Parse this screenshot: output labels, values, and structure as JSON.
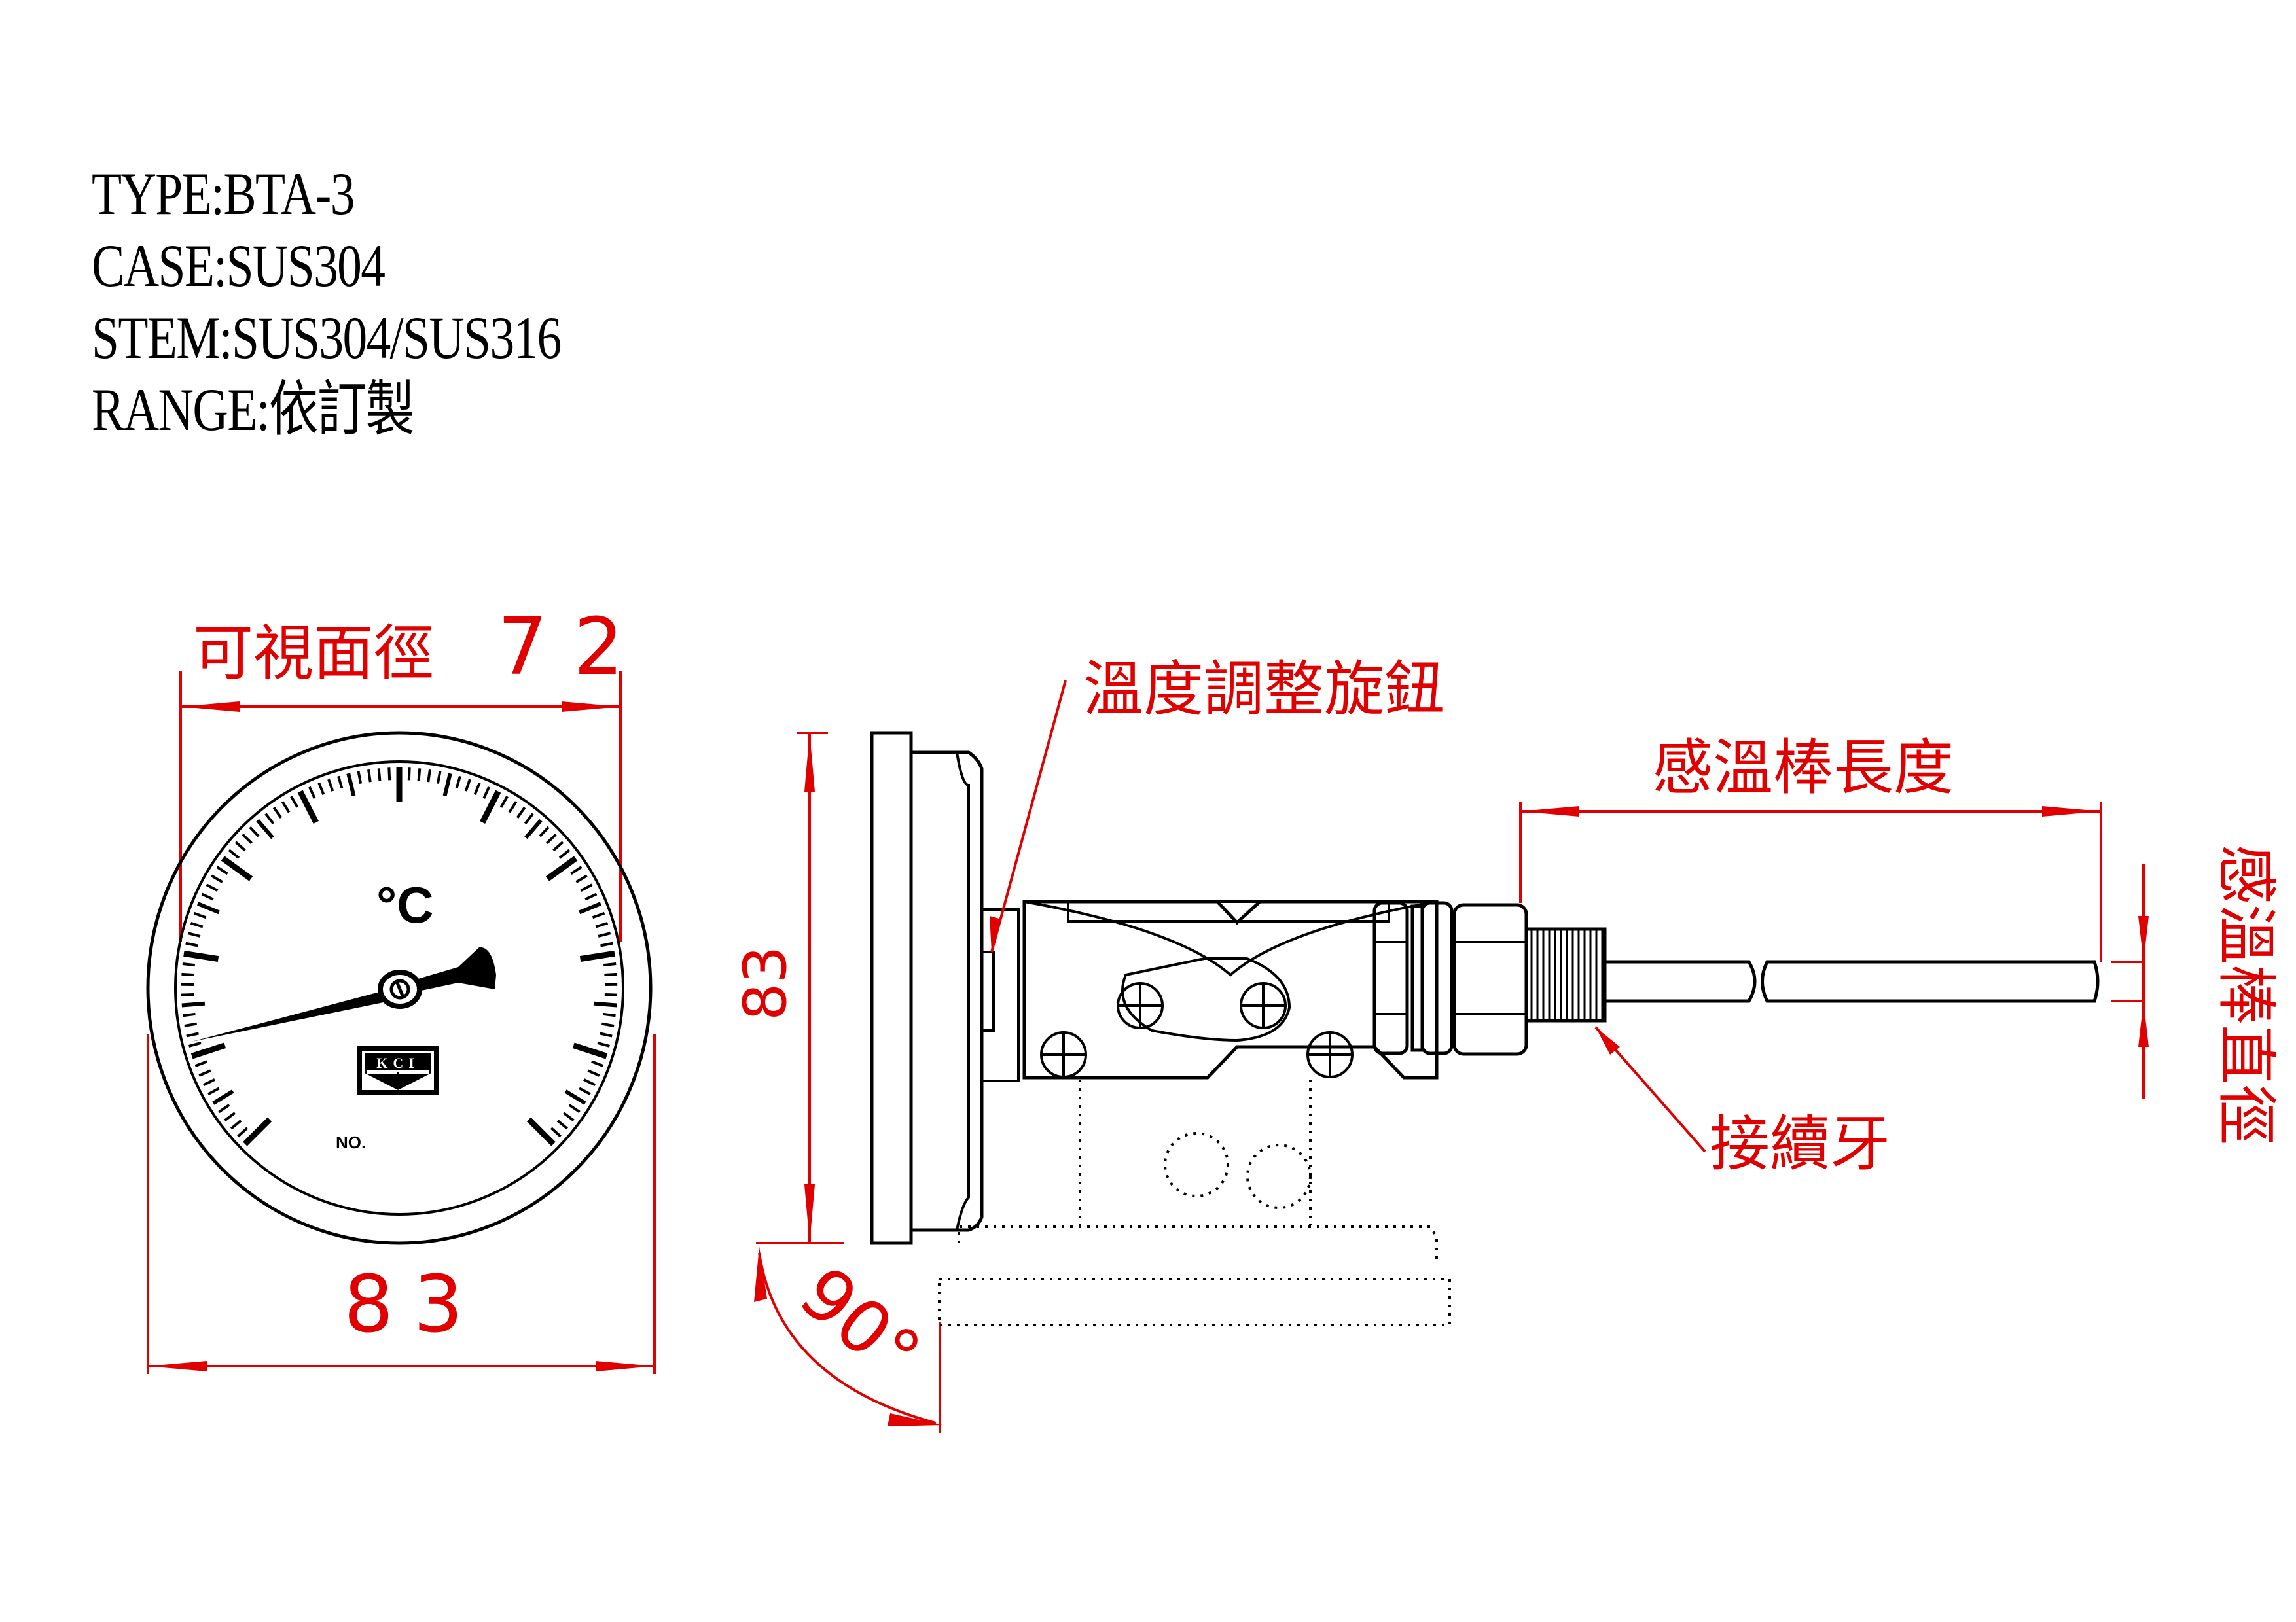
{
  "specs": {
    "type": "TYPE:BTA-3",
    "case": "CASE:SUS304",
    "stem": "STEM:SUS304/SUS316",
    "range": "RANGE:依訂製"
  },
  "front_view": {
    "visible_diameter_label": "可視面徑",
    "visible_diameter_value": "72",
    "outer_diameter_value": "83",
    "unit_symbol": "°C",
    "brand_logo": "KCI",
    "serial_label": "NO."
  },
  "side_view": {
    "height_value": "83",
    "angle_value": "90°",
    "adjust_knob_label": "溫度調整旋鈕",
    "stem_length_label": "感溫棒長度",
    "stem_diameter_label": "感溫棒直徑",
    "thread_label": "接續牙"
  },
  "colors": {
    "dimension": "#e00000",
    "outline": "#000000"
  }
}
